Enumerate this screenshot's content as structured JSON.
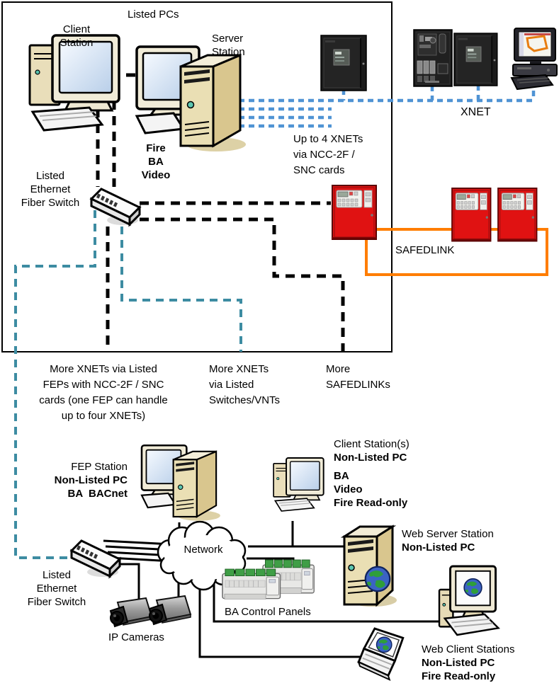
{
  "labels": {
    "listed_pcs": "Listed PCs",
    "client_station": "Client\nStation",
    "server_station": "Server\nStation",
    "fire_ba_video": "Fire\nBA\nVideo",
    "listed_switch_top": "Listed\nEthernet\nFiber Switch",
    "up_to_4_xnets": "Up to 4 XNETs\nvia NCC-2F /\nSNC cards",
    "xnet": "XNET",
    "safedlink": "SAFEDLINK",
    "more_xnets_feps": "More XNETs via Listed\nFEPs with NCC-2F / SNC\ncards (one FEP can handle\nup to four XNETs)",
    "more_xnets_switches": "More XNETs\nvia Listed\nSwitches/VNTs",
    "more_safedlinks": "More\nSAFEDLINKs",
    "fep_station_title": "FEP Station",
    "fep_station_bold": "Non-Listed PC\nBA  BACnet",
    "client_stations_title": "Client Station(s)",
    "client_stations_bold1": "Non-Listed PC",
    "client_stations_bold2": "BA\nVideo\nFire Read-only",
    "network": "Network",
    "listed_switch_bottom": "Listed\nEthernet\nFiber Switch",
    "ip_cameras": "IP Cameras",
    "ba_control_panels": "BA Control Panels",
    "web_server_title": "Web Server Station",
    "web_server_bold": "Non-Listed PC",
    "web_client_title": "Web Client Stations",
    "web_client_bold": "Non-Listed PC\nFire Read-only"
  },
  "colors": {
    "dashed_black": "#000000",
    "dashed_teal": "#3d8ca2",
    "dashed_blue": "#4f93d4",
    "safedlink_orange": "#ff7d00",
    "fire_panel_red": "#e01212",
    "device_beige": "#eadfb4"
  }
}
